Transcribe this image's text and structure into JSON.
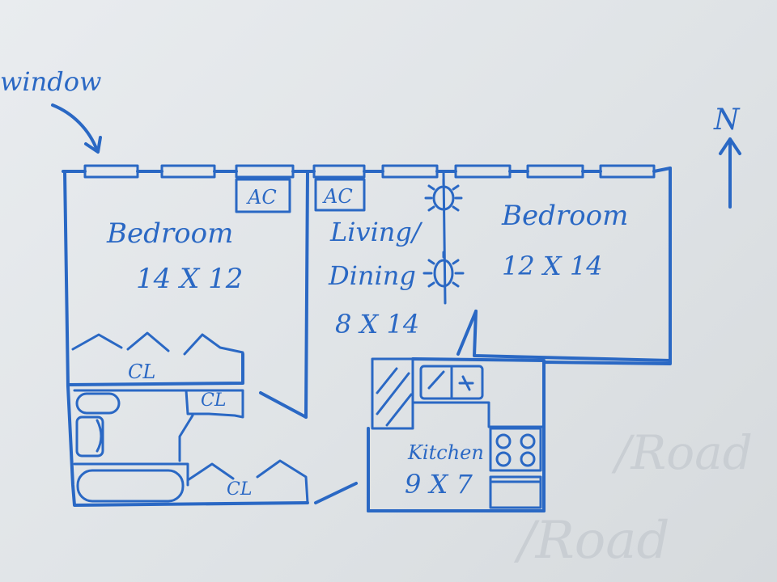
{
  "labels": {
    "window": "window",
    "north": "N",
    "ac_left": "AC",
    "ac_right": "AC",
    "bedroom_west": "Bedroom",
    "bedroom_west_size": "14 X 12",
    "living_line1": "Living/",
    "living_line2": "Dining",
    "living_size": "8 X 14",
    "bedroom_east": "Bedroom",
    "bedroom_east_size": "12 X 14",
    "closet_main": "CL",
    "closet_bath": "CL",
    "closet_hall": "CL",
    "kitchen": "Kitchen",
    "kitchen_size": "9 X 7"
  },
  "colors": {
    "marker": "#2a68c4",
    "board": "#e3e7ea"
  }
}
